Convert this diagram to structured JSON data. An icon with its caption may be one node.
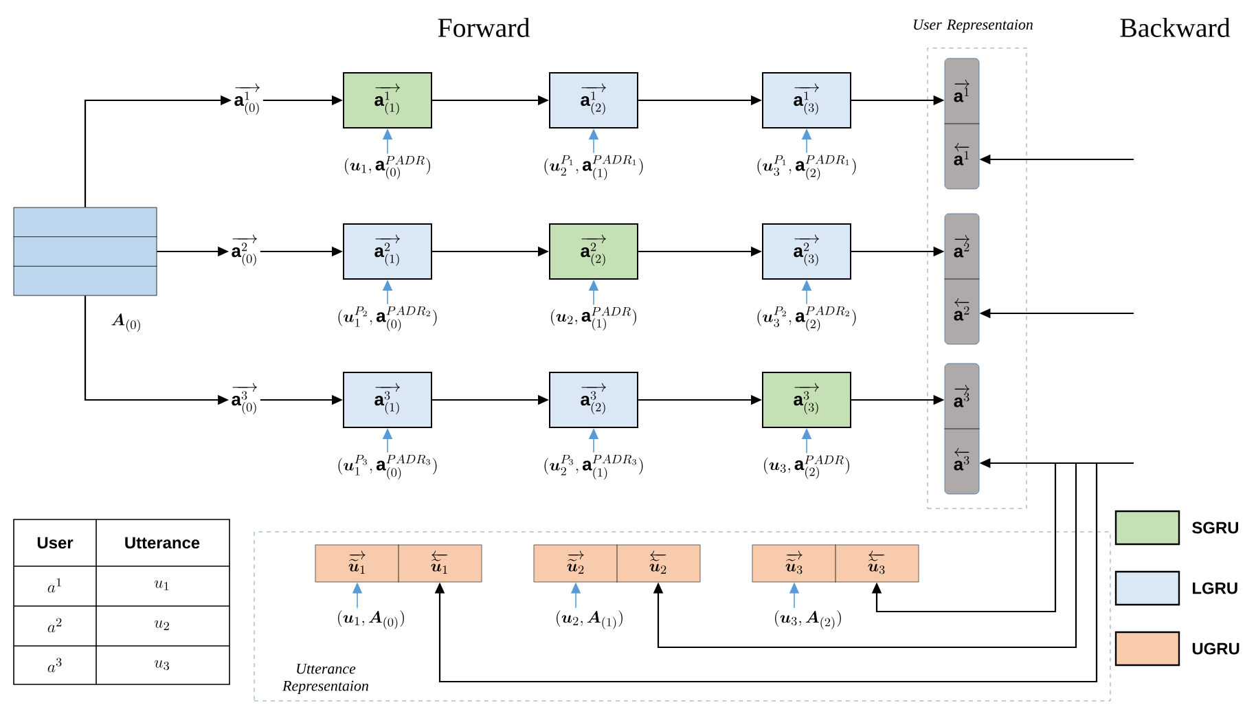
{
  "diagram": {
    "nodes": [
      {
        "text": [],
        "shape": "box",
        "beside": [
          "\\boldsymbol{A}_{(0)}"
        ]
      },
      {
        "text": [
          "\\overrightarrow{\\mathbf{a}^{1}_{(0)}}"
        ]
      },
      {
        "text": [
          "\\overrightarrow{\\mathbf{a}^{2}_{(0)}}"
        ]
      },
      {
        "text": [
          "\\overrightarrow{\\mathbf{a}^{3}_{(0)}}"
        ]
      },
      {
        "text": [
          "\\overrightarrow{\\mathbf{a}^{1}_{(1)}}"
        ]
      },
      {
        "text": [
          "\\overrightarrow{\\mathbf{a}^{1}_{(2)}}"
        ]
      },
      {
        "text": [
          "\\overrightarrow{\\mathbf{a}^{1}_{(3)}}"
        ]
      },
      {
        "text": [
          "\\overrightarrow{\\mathbf{a}^{2}_{(1)}}"
        ]
      },
      {
        "text": [
          "\\overrightarrow{\\mathbf{a}^{2}_{(2)}}"
        ]
      },
      {
        "text": [
          "\\overrightarrow{\\mathbf{a}^{2}_{(3)}}"
        ]
      },
      {
        "text": [
          "\\overrightarrow{\\mathbf{a}^{3}_{(1)}}"
        ]
      },
      {
        "text": [
          "\\overrightarrow{\\mathbf{a}^{3}_{(2)}}"
        ]
      },
      {
        "text": [
          "\\overrightarrow{\\mathbf{a}^{3}_{(3)}}"
        ]
      },
      {
        "text": [
          "(\\boldsymbol{u}_{1},\\mathbf{a}^{PADR}_{(0)})"
        ]
      },
      {
        "text": [
          "(\\boldsymbol{u}_{2}^{P_{1}},\\mathbf{a}^{PADR_{1}}_{(1)})"
        ]
      },
      {
        "text": [
          "(\\boldsymbol{u}_{3}^{P_{1}},\\mathbf{a}^{PADR_{1}}_{(2)})"
        ]
      },
      {
        "text": [
          "(\\boldsymbol{u}_{1}^{P_{2}},\\mathbf{a}^{PADR_{2}}_{(0)})"
        ]
      },
      {
        "text": [
          "(\\boldsymbol{u}_{2},\\mathbf{a}^{PADR}_{(1)})"
        ]
      },
      {
        "text": [
          "(\\boldsymbol{u}_{3}^{P_{2}},\\mathbf{a}^{PADR_{2}}_{(2)})"
        ]
      },
      {
        "text": [
          "(\\boldsymbol{u}_{1}^{P_{3}},\\mathbf{a}^{PADR_{3}}_{(0)})"
        ]
      },
      {
        "text": [
          "(\\boldsymbol{u}_{2}^{P_{3}},\\mathbf{a}^{PADR_{3}}_{(1)})"
        ]
      },
      {
        "text": [
          "(\\boldsymbol{u}_{3},\\mathbf{a}^{PADR}_{(2)})"
        ]
      },
      {
        "text": [
          "User Representaion"
        ]
      },
      {
        "text": [
          "\\overrightarrow{\\mathbf{a}^{1}}",
          "\\overleftarrow{\\mathbf{a}^{1}}"
        ],
        "in": 22
      },
      {
        "text": [
          "\\overrightarrow{\\mathbf{a}^{2}}",
          "\\overleftarrow{\\mathbf{a}^{2}}"
        ],
        "in": 22
      },
      {
        "text": [
          "\\overrightarrow{\\mathbf{a}^{3}}",
          "\\overleftarrow{\\mathbf{a}^{3}}"
        ],
        "in": 22
      },
      {
        "text": [
          "Utterance Representaion"
        ]
      },
      {
        "text": [
          "\\overrightarrow{\\widetilde{\\boldsymbol{u}}_{1}}",
          "\\overleftarrow{\\widetilde{\\boldsymbol{u}}_{1}}"
        ],
        "in": 26
      },
      {
        "text": [
          "\\overrightarrow{\\widetilde{\\boldsymbol{u}}_{2}}",
          "\\overleftarrow{\\widetilde{\\boldsymbol{u}}_{2}}"
        ],
        "in": 26
      },
      {
        "text": [
          "\\overrightarrow{\\widetilde{\\boldsymbol{u}}_{3}}",
          "\\overleftarrow{\\widetilde{\\boldsymbol{u}}_{3}}"
        ],
        "in": 26
      },
      {
        "text": [
          "(\\boldsymbol{u}_{1},\\boldsymbol{A}_{(0)})"
        ],
        "in": 26
      },
      {
        "text": [
          "(\\boldsymbol{u}_{2},\\boldsymbol{A}_{(1)})"
        ],
        "in": 26
      },
      {
        "text": [
          "(\\boldsymbol{u}_{3},\\boldsymbol{A}_{(2)})"
        ],
        "in": 26
      }
    ],
    "edges": [
      {
        "from": 0,
        "to": 1,
        "arrow": "to"
      },
      {
        "from": 0,
        "to": 2,
        "arrow": "to"
      },
      {
        "from": 0,
        "to": 3,
        "arrow": "to"
      },
      {
        "from": 1,
        "to": 4,
        "arrow": "to"
      },
      {
        "from": 4,
        "to": 5,
        "arrow": "to"
      },
      {
        "from": 5,
        "to": 6,
        "arrow": "to"
      },
      {
        "from": 6,
        "to": 23,
        "arrow": "to"
      },
      {
        "from": 2,
        "to": 7,
        "arrow": "to"
      },
      {
        "from": 7,
        "to": 8,
        "arrow": "to"
      },
      {
        "from": 8,
        "to": 9,
        "arrow": "to"
      },
      {
        "from": 9,
        "to": 24,
        "arrow": "to"
      },
      {
        "from": 3,
        "to": 10,
        "arrow": "to"
      },
      {
        "from": 10,
        "to": 11,
        "arrow": "to"
      },
      {
        "from": 11,
        "to": 12,
        "arrow": "to"
      },
      {
        "from": 12,
        "to": 25,
        "arrow": "to"
      },
      {
        "from": 13,
        "to": 4,
        "arrow": "to",
        "color": "#5b9bd5"
      },
      {
        "from": 14,
        "to": 5,
        "arrow": "to",
        "color": "#5b9bd5"
      },
      {
        "from": 15,
        "to": 6,
        "arrow": "to",
        "color": "#5b9bd5"
      },
      {
        "from": 16,
        "to": 7,
        "arrow": "to",
        "color": "#5b9bd5"
      },
      {
        "from": 17,
        "to": 8,
        "arrow": "to",
        "color": "#5b9bd5"
      },
      {
        "from": 18,
        "to": 9,
        "arrow": "to",
        "color": "#5b9bd5"
      },
      {
        "from": 19,
        "to": 10,
        "arrow": "to",
        "color": "#5b9bd5"
      },
      {
        "from": 20,
        "to": 11,
        "arrow": "to",
        "color": "#5b9bd5"
      },
      {
        "from": 21,
        "to": 12,
        "arrow": "to",
        "color": "#5b9bd5"
      },
      {
        "from": null,
        "to": 23,
        "arrow": "to"
      },
      {
        "from": null,
        "to": 24,
        "arrow": "to"
      },
      {
        "from": null,
        "to": 25,
        "arrow": "to"
      },
      {
        "from": null,
        "to": 27,
        "arrow": "to"
      },
      {
        "from": null,
        "to": 28,
        "arrow": "to"
      },
      {
        "from": null,
        "to": 29,
        "arrow": "to"
      },
      {
        "from": 30,
        "to": 27,
        "arrow": "to",
        "color": "#5b9bd5"
      },
      {
        "from": 31,
        "to": 28,
        "arrow": "to",
        "color": "#5b9bd5"
      },
      {
        "from": 32,
        "to": 29,
        "arrow": "to",
        "color": "#5b9bd5"
      }
    ],
    "labels": [
      "Forward",
      "Backward",
      "User",
      "Utterance",
      "a^{1}",
      "u_{1}",
      "a^{2}",
      "u_{2}",
      "a^{3}",
      "u_{3}"
    ],
    "legend": [
      {
        "text": "SGRU",
        "color": "#c5e0b4"
      },
      {
        "text": "LGRU",
        "color": "#dae8f5"
      },
      {
        "text": "UGRU",
        "color": "#f8cbad"
      }
    ]
  }
}
